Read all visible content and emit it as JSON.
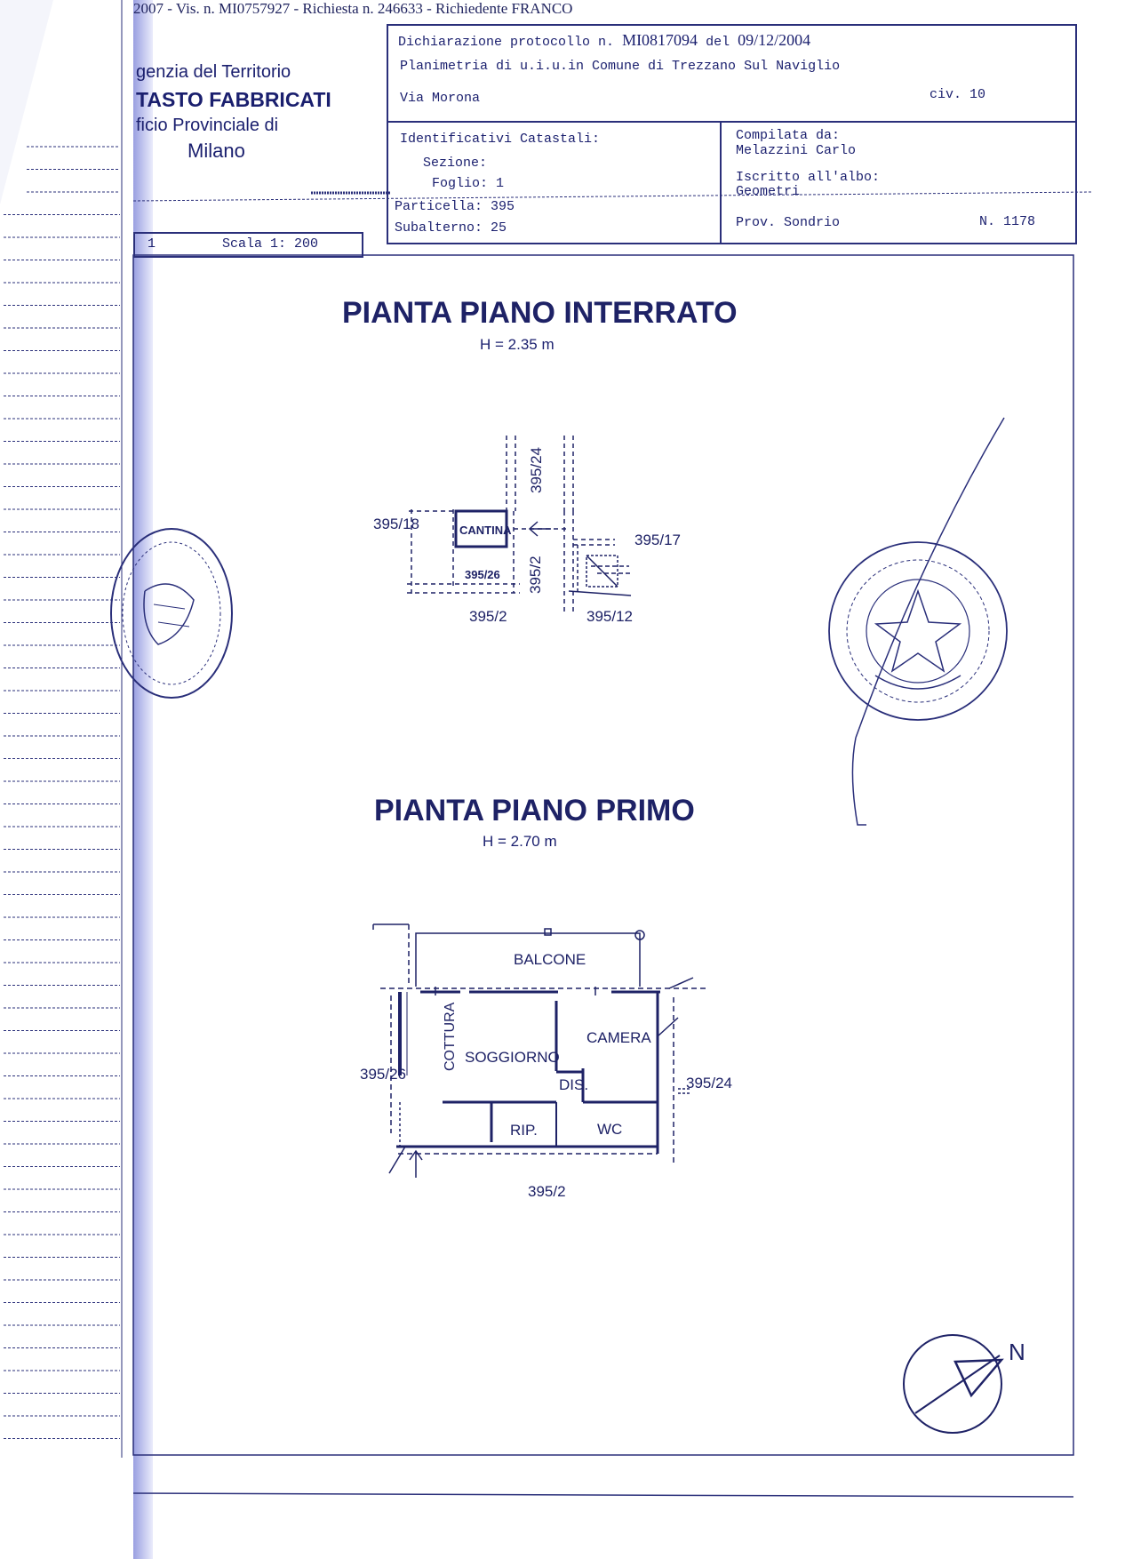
{
  "request_line": "2007 - Vis. n. MI0757927 - Richiesta n. 246633 - Richiedente FRANCO",
  "office": {
    "line1": "genzia del Territorio",
    "line2": "TASTO FABBRICATI",
    "line3": "ficio Provinciale di",
    "line4": "Milano"
  },
  "declaration": {
    "protocol_label": "Dichiarazione protocollo n.",
    "protocol_number": "MI0817094",
    "date_label": "del",
    "date": "09/12/2004",
    "plan_line": "Planimetria di u.i.u.in Comune di Trezzano Sul Naviglio",
    "street": "Via Morona",
    "civic": "civ. 10"
  },
  "cadastral": {
    "heading": "Identificativi Catastali:",
    "sezione": "Sezione:",
    "foglio": "Foglio: 1",
    "particella": "Particella: 395",
    "subalterno": "Subalterno: 25"
  },
  "compiler": {
    "compiled_by_label": "Compilata da:",
    "name": "Melazzini Carlo",
    "registered_label": "Iscritto all'albo:",
    "profession": "Geometri",
    "province": "Prov. Sondrio",
    "number": "N.  1178"
  },
  "sheet": {
    "page_number": "1",
    "scale": "Scala 1: 200"
  },
  "basement": {
    "title": "PIANTA PIANO INTERRATO",
    "height": "H = 2.35 m",
    "labels": {
      "cantina": "CANTINA",
      "l395_26": "395/26",
      "l395_18": "395/18",
      "l395_24": "395/24",
      "l395_2_vert": "395/2",
      "l395_17": "395/17",
      "l395_2": "395/2",
      "l395_12": "395/12"
    }
  },
  "first_floor": {
    "title": "PIANTA PIANO PRIMO",
    "height": "H = 2.70 m",
    "labels": {
      "balcone": "BALCONE",
      "cottura": "COTTURA",
      "soggiorno": "SOGGIORNO",
      "camera": "CAMERA",
      "dis": "DIS.",
      "rip": "RIP.",
      "wc": "WC",
      "l395_26": "395/26",
      "l395_24": "395/24",
      "l395_2": "395/2"
    }
  },
  "north_label": "N",
  "colors": {
    "ink": "#1e2266",
    "stamp": "#2a2f7a",
    "edge_strip": "#6a74d8"
  }
}
